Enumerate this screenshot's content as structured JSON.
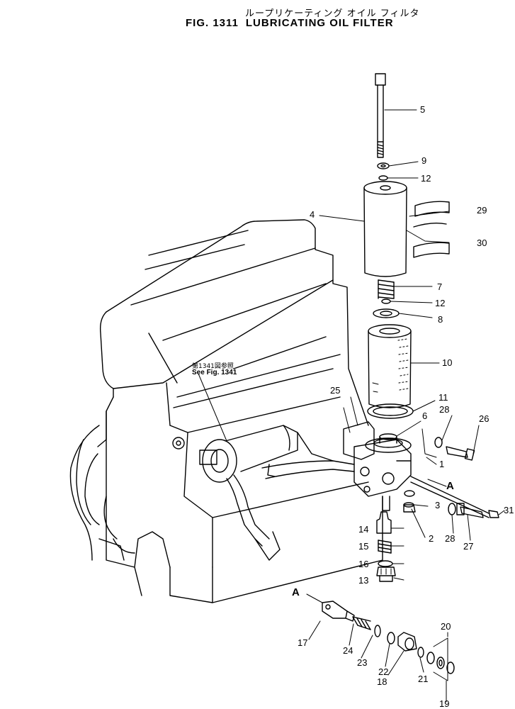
{
  "title": {
    "japanese": "ループリケーティング オイル フィルタ",
    "figure": "FIG. 1311",
    "english": "LUBRICATING OIL FILTER"
  },
  "reference_note": {
    "japanese": "第1341図参照",
    "english": "See Fig. 1341"
  },
  "markers": {
    "a_upper": "A",
    "a_lower": "A"
  },
  "callouts": {
    "p1": "1",
    "p2": "2",
    "p3": "3",
    "p4": "4",
    "p5": "5",
    "p6": "6",
    "p7": "7",
    "p8": "8",
    "p9": "9",
    "p10": "10",
    "p11": "11",
    "p12a": "12",
    "p12b": "12",
    "p13": "13",
    "p14": "14",
    "p15": "15",
    "p16": "16",
    "p17": "17",
    "p18": "18",
    "p19": "19",
    "p20": "20",
    "p21": "21",
    "p22": "22",
    "p23": "23",
    "p24": "24",
    "p25": "25",
    "p26": "26",
    "p27": "27",
    "p28a": "28",
    "p28b": "28",
    "p29": "29",
    "p30": "30",
    "p31": "31"
  },
  "colors": {
    "ink": "#000000",
    "paper": "#ffffff"
  }
}
